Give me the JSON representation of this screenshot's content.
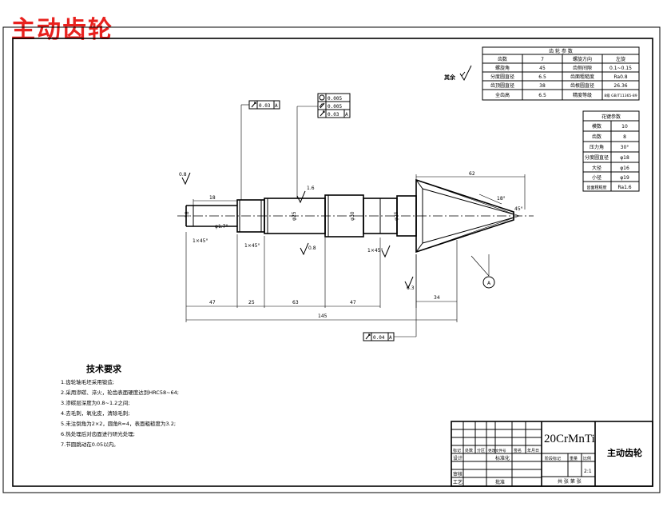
{
  "title": "主动齿轮",
  "gear_params": {
    "heading": "齿 轮 参 数",
    "rows": [
      [
        "齿数",
        "7",
        "螺旋方向",
        "左旋"
      ],
      [
        "螺旋角",
        "45",
        "齿侧间隙",
        "0.1~0.15"
      ],
      [
        "分度圆直径",
        "6.5",
        "齿面粗糙度",
        "Ra0.8"
      ],
      [
        "齿顶圆直径",
        "38",
        "齿根圆直径",
        "26.36"
      ],
      [
        "全齿高",
        "6.5",
        "精度等级",
        "8级 GB/T11365-89"
      ]
    ]
  },
  "spline_params": {
    "heading": "花键参数",
    "rows": [
      [
        "模数",
        "10"
      ],
      [
        "齿数",
        "8"
      ],
      [
        "压力角",
        "30°"
      ],
      [
        "分度圆直径",
        "φ18"
      ],
      [
        "大径",
        "φ16"
      ],
      [
        "小径",
        "φ19"
      ],
      [
        "齿面粗糙度",
        "Ra1.6"
      ]
    ]
  },
  "other_roughness": "其余",
  "tolerances": {
    "runout_top": "0.03",
    "runout_top_ref": "A",
    "cylindricity": "0.005",
    "roundness": "0.005",
    "runout_mid": "0.03",
    "runout_mid_ref": "A",
    "runout_bottom": "0.04",
    "runout_bottom_ref": "A",
    "datum": "A"
  },
  "dimensions": {
    "d1": "18",
    "d2": "47",
    "d3": "25",
    "d4": "63",
    "d5": "47",
    "d6": "34",
    "d7": "145",
    "d8": "62",
    "chamfer": "1×45°",
    "ra_1": "0.8",
    "ra_2": "1.6",
    "ra_3": "6.3"
  },
  "requirements": {
    "heading": "技术要求",
    "items": [
      "1.齿轮轴毛坯采用锻造;",
      "2.采用渗碳、淬火，轮齿表面硬度达到HRC58~64;",
      "3.渗碳层深度为0.8~1.2之间;",
      "4.去毛刺，氧化皮，清除毛刺;",
      "5.未注倒角为2×2，圆角R=4，表面粗糙度为3.2;",
      "6.热处理后对齿面进行研光处理;",
      "7.节圆跳动在0.05以内。"
    ]
  },
  "title_block": {
    "material": "20CrMnTi",
    "part_name": "主动齿轮",
    "labels": [
      "标记",
      "处数",
      "分区",
      "更改文件号",
      "签名",
      "年月日"
    ],
    "row_design": "设计",
    "row_standard": "标准化",
    "row_review": "审核",
    "row_process": "工艺",
    "row_approve": "批准",
    "stage_label": "阶段标记",
    "weight_label": "重量",
    "scale_label": "比例",
    "scale_value": "2:1",
    "sheet": "共 张 第 张"
  }
}
